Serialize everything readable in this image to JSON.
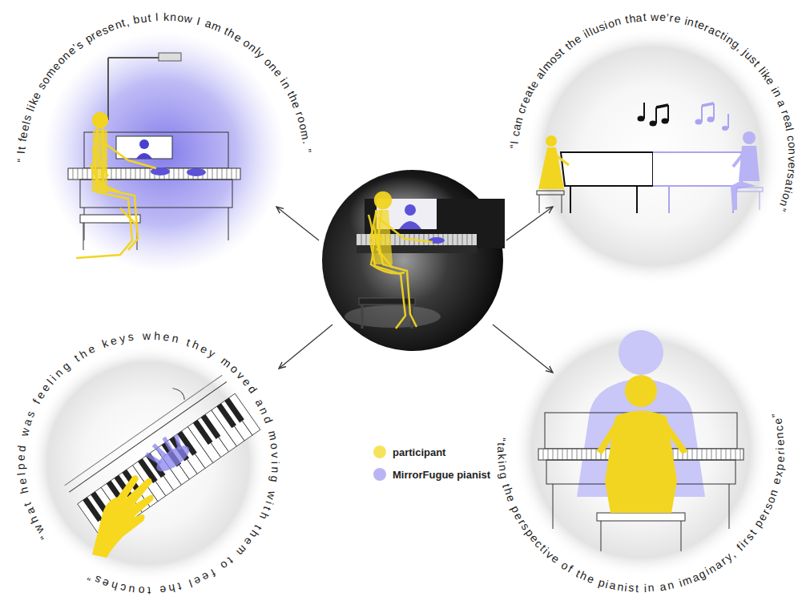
{
  "diagram": {
    "nodes": [
      {
        "text": [
          "“ It feels like someone’s present, but I know I am the only one in the room. ”"
        ]
      },
      {
        "text": [
          "“I can create almost the illusion that we’re interacting, just like in a real conversation”"
        ]
      },
      {
        "text": [
          "“what helped was feeling the keys when they moved and moving with them to feel the touches”"
        ]
      },
      {
        "text": [
          "“taking the perspective of the pianist in an imaginary, first person experience”"
        ]
      }
    ],
    "legend": [
      {
        "text": "participant",
        "color": "#f7e35b"
      },
      {
        "text": "MirrorFugue pianist",
        "color": "#b9b5f5"
      }
    ]
  }
}
